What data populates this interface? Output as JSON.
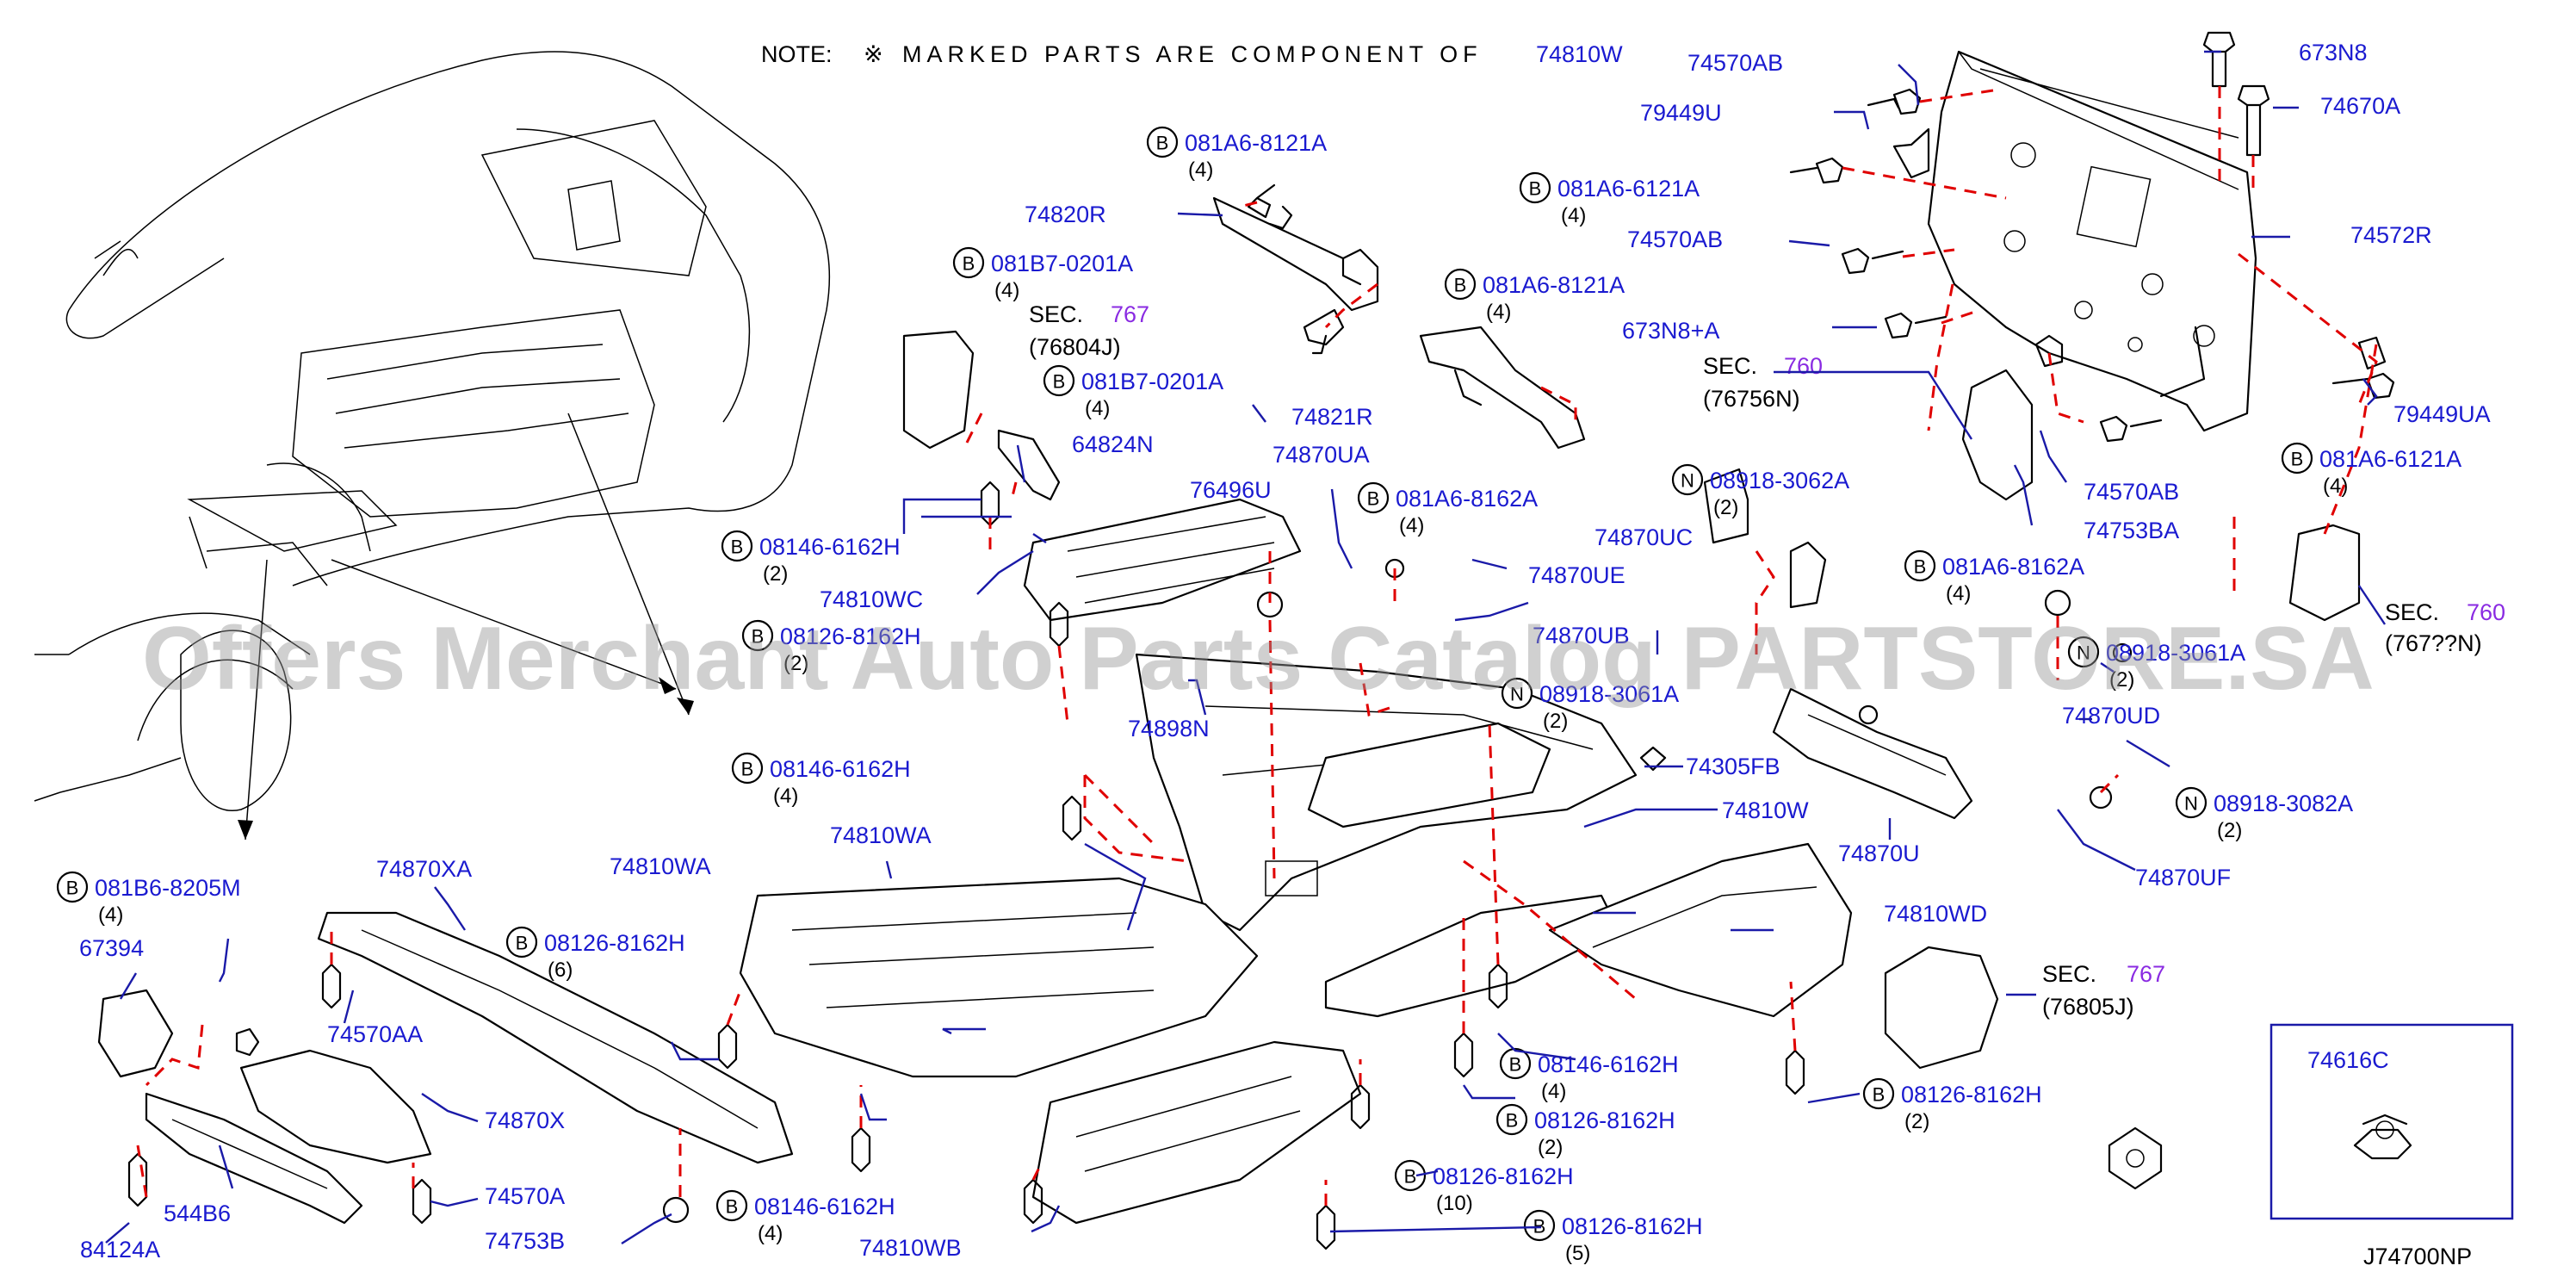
{
  "note": {
    "prefix": "NOTE:",
    "marker": "※",
    "text": "MARKED PARTS ARE COMPONENT OF",
    "ref": "74810W"
  },
  "watermark": "Offers Merchant Auto Parts Catalog PARTSTORE.SA",
  "diagram_code": "J74700NP",
  "inset_part": "74616C",
  "sec_refs": [
    {
      "sec": "SEC.",
      "num": "767",
      "code": "(76804J)"
    },
    {
      "sec": "SEC.",
      "num": "760",
      "code": "(76756N)"
    },
    {
      "sec": "SEC.",
      "num": "760",
      "code": "(767??N)"
    },
    {
      "sec": "SEC.",
      "num": "767",
      "code": "(76805J)"
    }
  ],
  "callouts": [
    {
      "pfx": "B",
      "part": "081A6-8121A",
      "qty": "(4)"
    },
    {
      "pfx": "B",
      "part": "081B7-0201A",
      "qty": "(4)"
    },
    {
      "pfx": "B",
      "part": "081B7-0201A",
      "qty": "(4)"
    },
    {
      "pfx": "B",
      "part": "081A6-6121A",
      "qty": "(4)"
    },
    {
      "pfx": "B",
      "part": "081A6-8121A",
      "qty": "(4)"
    },
    {
      "pfx": "B",
      "part": "081A6-8162A",
      "qty": "(4)"
    },
    {
      "pfx": "B",
      "part": "08146-6162H",
      "qty": "(2)"
    },
    {
      "pfx": "B",
      "part": "08126-8162H",
      "qty": "(2)"
    },
    {
      "pfx": "N",
      "part": "08918-3062A",
      "qty": "(2)"
    },
    {
      "pfx": "B",
      "part": "081A6-8162A",
      "qty": "(4)"
    },
    {
      "pfx": "N",
      "part": "08918-3061A",
      "qty": "(2)"
    },
    {
      "pfx": "N",
      "part": "08918-3061A",
      "qty": "(2)"
    },
    {
      "pfx": "B",
      "part": "081A6-6121A",
      "qty": "(4)"
    },
    {
      "pfx": "N",
      "part": "08918-3082A",
      "qty": "(2)"
    },
    {
      "pfx": "B",
      "part": "08146-6162H",
      "qty": "(4)"
    },
    {
      "pfx": "B",
      "part": "081B6-8205M",
      "qty": "(4)"
    },
    {
      "pfx": "B",
      "part": "08126-8162H",
      "qty": "(6)"
    },
    {
      "pfx": "B",
      "part": "08146-6162H",
      "qty": "(4)"
    },
    {
      "pfx": "B",
      "part": "08126-8162H",
      "qty": "(2)"
    },
    {
      "pfx": "B",
      "part": "08126-8162H",
      "qty": "(10)"
    },
    {
      "pfx": "B",
      "part": "08126-8162H",
      "qty": "(5)"
    },
    {
      "pfx": "B",
      "part": "08146-6162H",
      "qty": "(4)"
    },
    {
      "pfx": "B",
      "part": "08126-8162H",
      "qty": "(2)"
    }
  ],
  "labels": [
    "74570AB",
    "673N8",
    "79449U",
    "74670A",
    "74570AB",
    "74572R",
    "673N8+A",
    "79449UA",
    "74570AB",
    "74753BA",
    "74820R",
    "74821R",
    "64824N",
    "76496U",
    "74810WC",
    "74870UA",
    "74870UC",
    "74870UE",
    "74870UB",
    "74898N",
    "74305FB",
    "74870UD",
    "74810W",
    "74870U",
    "74870UF",
    "74810WA",
    "74810WA",
    "74870XA",
    "67394",
    "74570AA",
    "74870X",
    "74570A",
    "544B6",
    "74753B",
    "84124A",
    "74810WB",
    "74810WD"
  ]
}
